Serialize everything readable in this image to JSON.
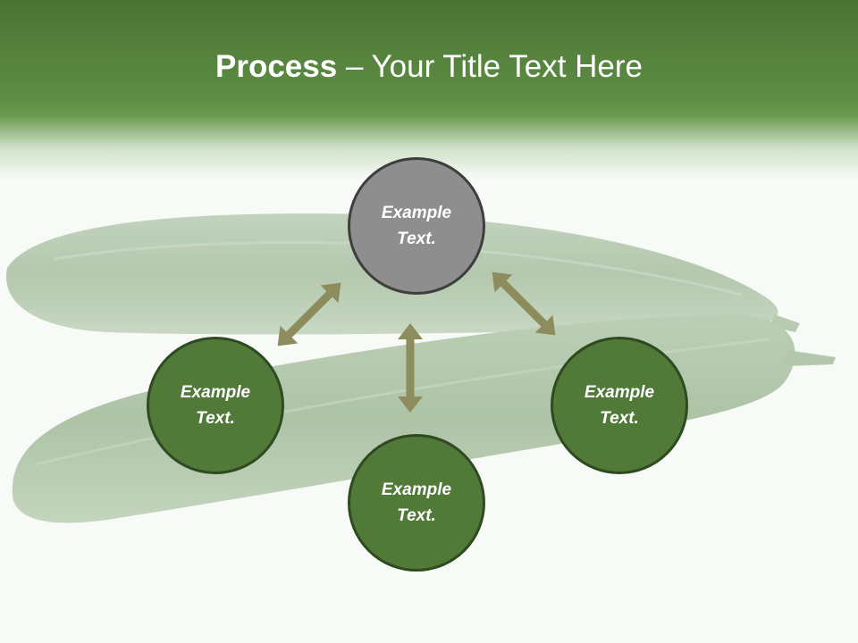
{
  "slide": {
    "title_bold": "Process",
    "title_rest": " – Your Title Text Here"
  },
  "colors": {
    "header_green": "#5e8d44",
    "node_green": "#517a39",
    "node_gray": "#8e8e8e",
    "arrow_olive": "#8c8c5c"
  },
  "diagram": {
    "nodes": {
      "top": {
        "line1": "Example",
        "line2": "Text."
      },
      "left": {
        "line1": "Example",
        "line2": "Text."
      },
      "right": {
        "line1": "Example",
        "line2": "Text."
      },
      "bottom": {
        "line1": "Example",
        "line2": "Text."
      }
    }
  },
  "background_image": "cucumbers"
}
